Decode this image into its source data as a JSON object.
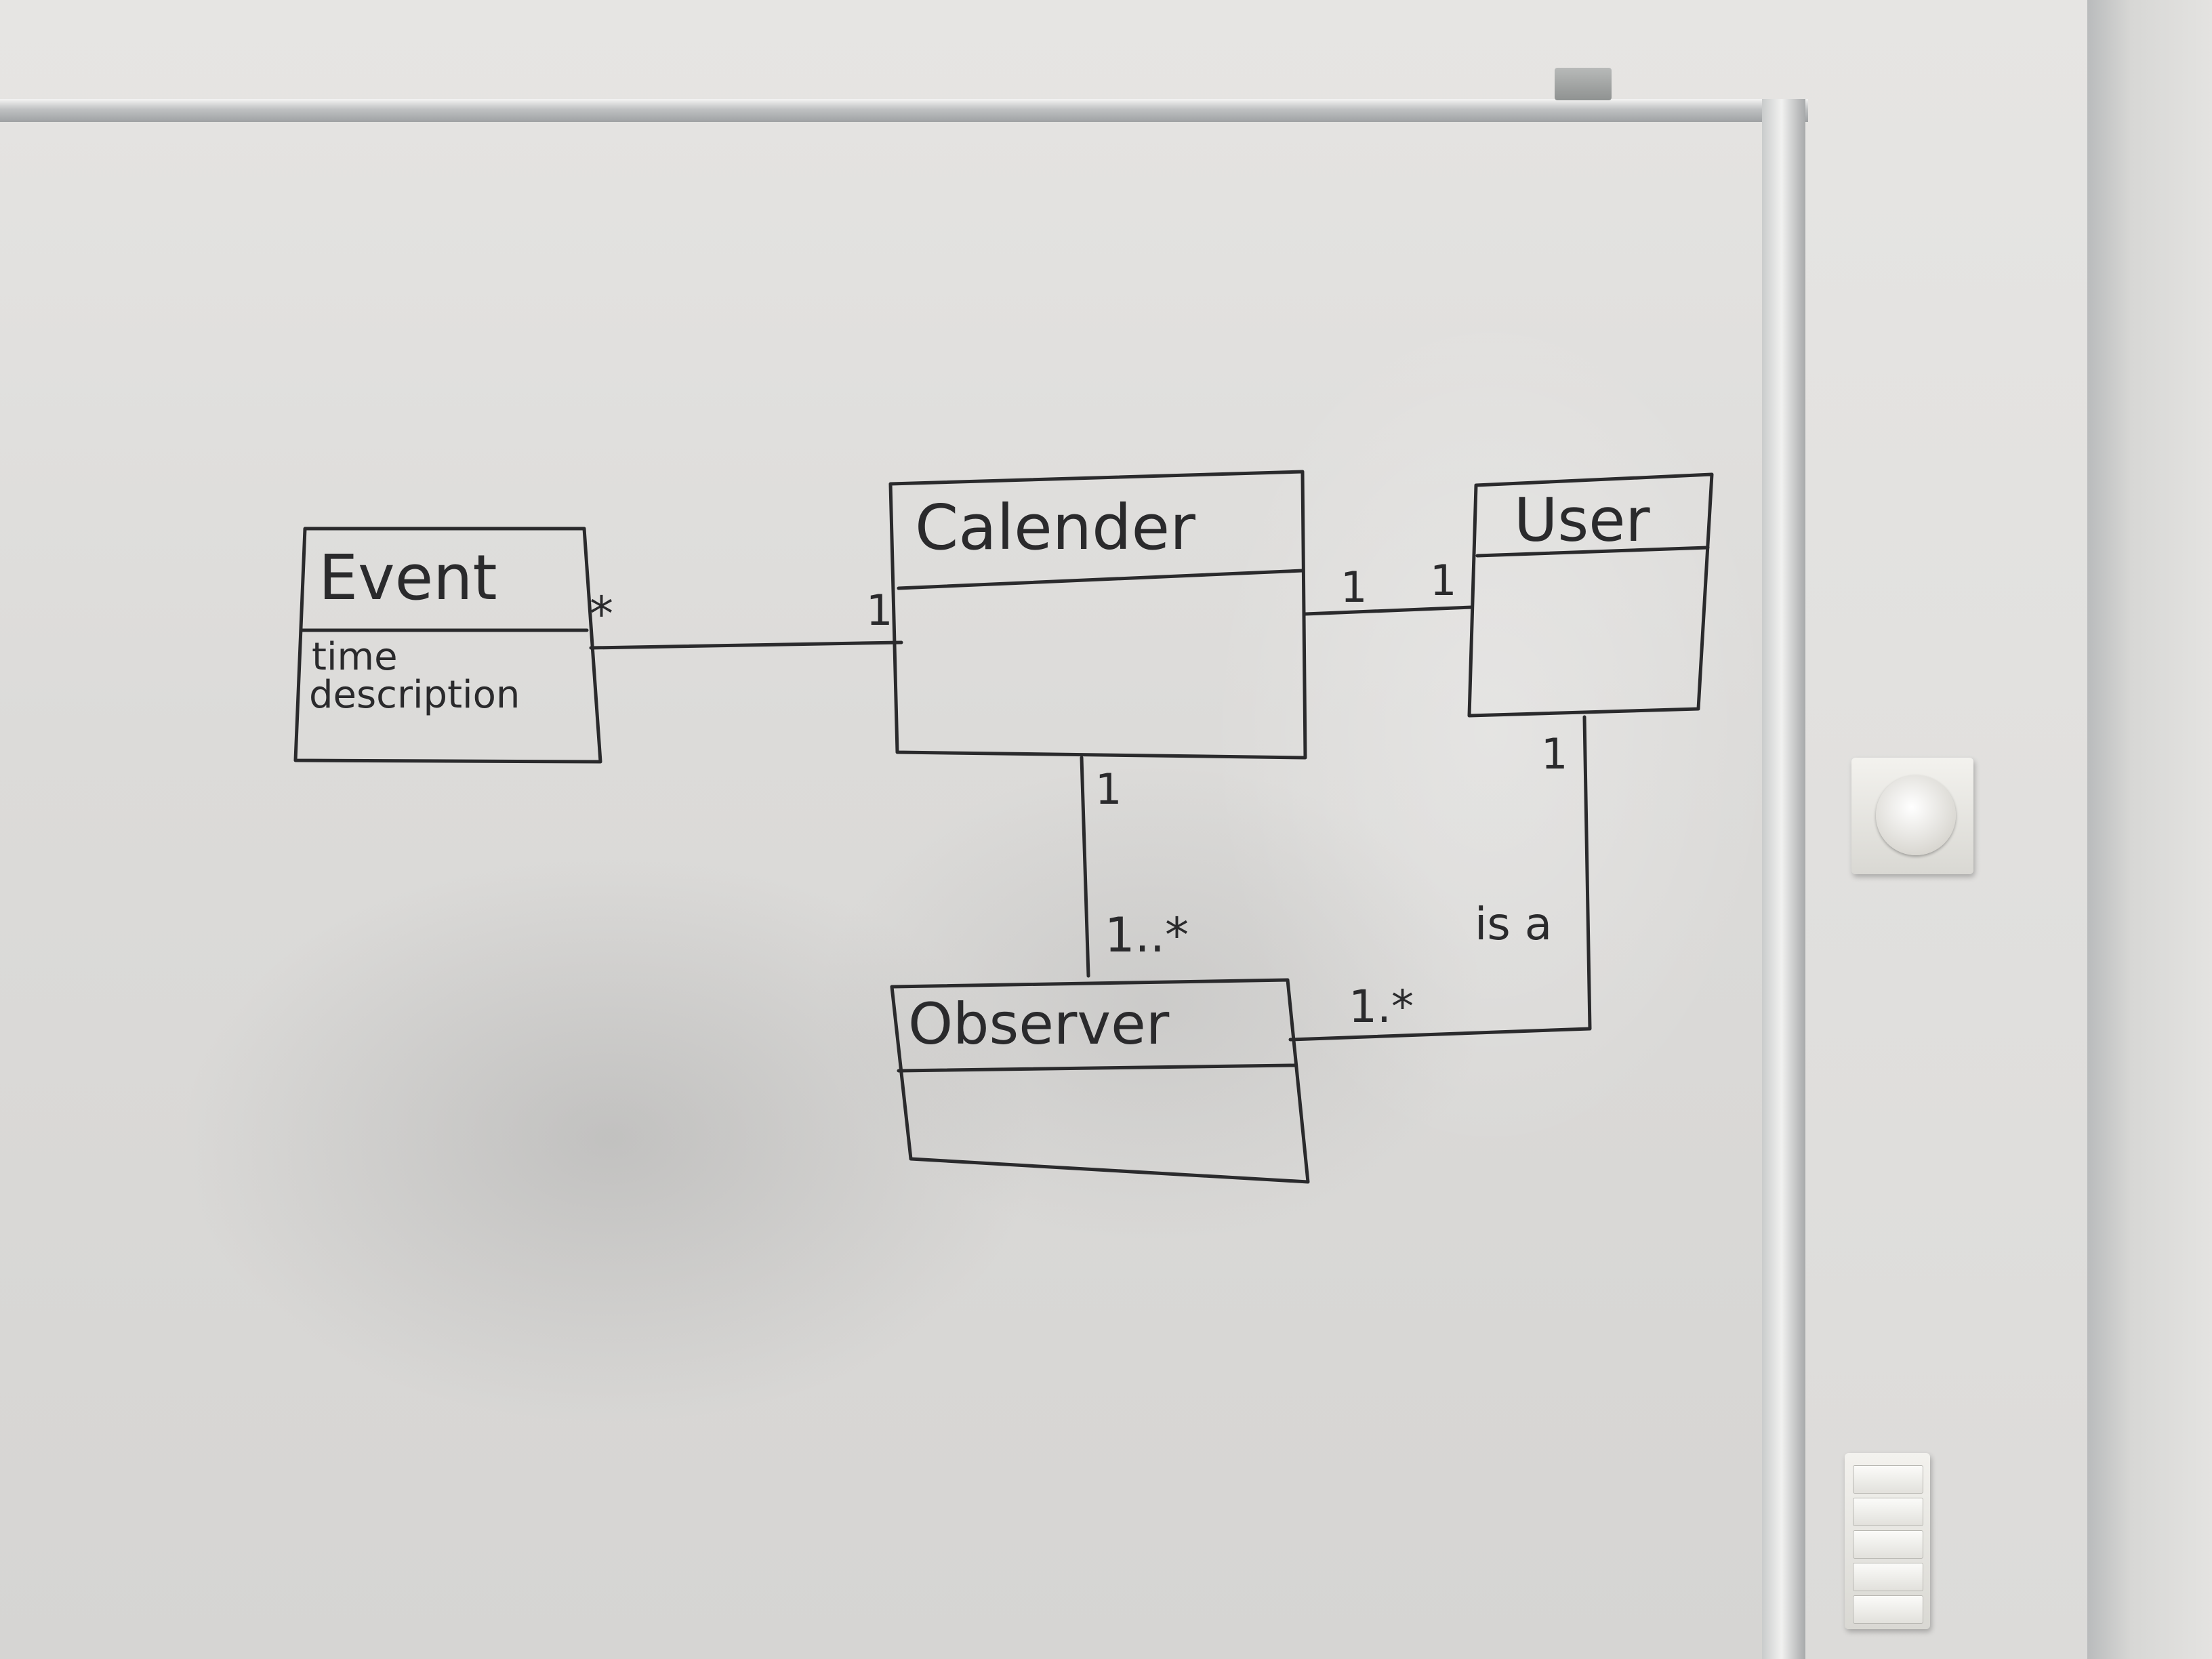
{
  "diagram": {
    "classes": {
      "event": {
        "name": "Event",
        "attributes": [
          "time",
          "description"
        ]
      },
      "calendar": {
        "name": "Calender",
        "attributes": []
      },
      "user": {
        "name": "User",
        "attributes": []
      },
      "observer": {
        "name": "Observer",
        "attributes": []
      }
    },
    "associations": {
      "event_calendar": {
        "event_end": "*",
        "calendar_end": "1"
      },
      "calendar_user": {
        "calendar_end": "1",
        "user_end": "1"
      },
      "calendar_observer": {
        "calendar_end": "1",
        "observer_end": "1..*"
      },
      "user_observer": {
        "user_end": "1",
        "observer_end": "1.*",
        "label": "is a"
      }
    },
    "ink_color": "#2a2a2c"
  }
}
